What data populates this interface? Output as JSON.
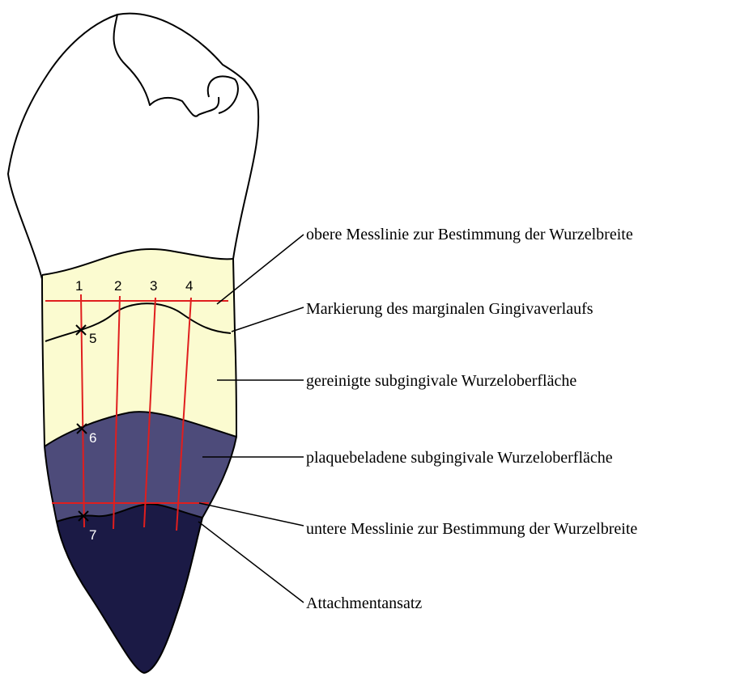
{
  "diagram": {
    "colors": {
      "cleaned_root": "#fbfbd0",
      "plaque_root": "#4d4b7a",
      "attached_root": "#1b1a45",
      "measure_lines": "#e01e1e",
      "outline": "#000000"
    },
    "measure_numbers": [
      "1",
      "2",
      "3",
      "4"
    ],
    "marks": [
      "5",
      "6",
      "7"
    ],
    "callouts": [
      "obere Messlinie zur Bestimmung der Wurzelbreite",
      "Markierung des marginalen Gingivaverlaufs",
      "gereinigte subgingivale Wurzeloberfläche",
      "plaquebeladene subgingivale Wurzeloberfläche",
      "untere Messlinie zur Bestimmung der Wurzelbreite",
      "Attachmentansatz"
    ]
  }
}
